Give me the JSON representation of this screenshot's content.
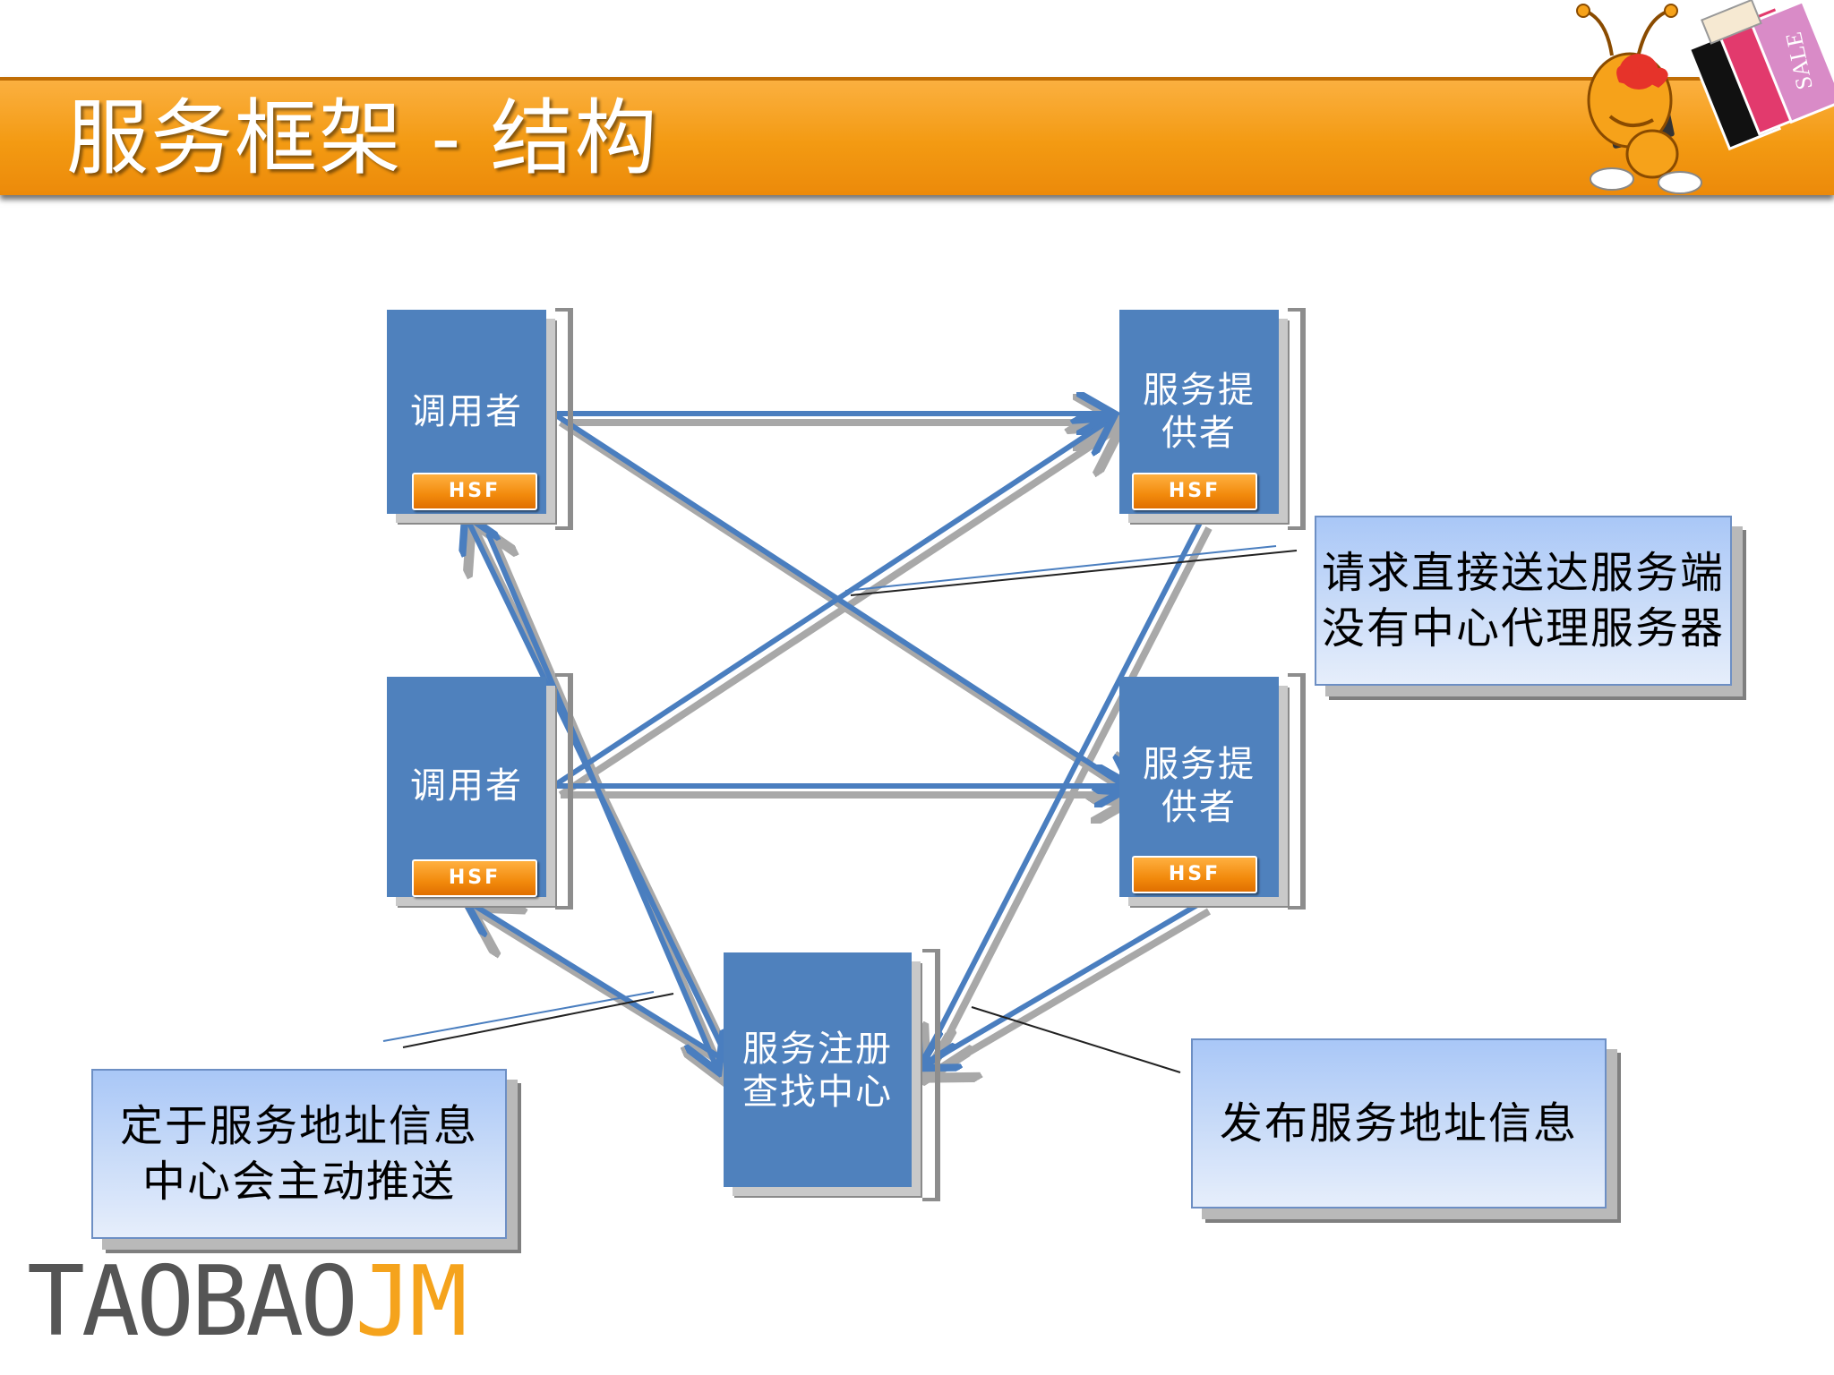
{
  "slide": {
    "title": "服务框架 - 结构"
  },
  "nodes": {
    "caller_top": {
      "label": "调用者",
      "badge": "HSF"
    },
    "caller_bottom": {
      "label": "调用者",
      "badge": "HSF"
    },
    "provider_top": {
      "label_line1": "服务提",
      "label_line2": "供者",
      "badge": "HSF"
    },
    "provider_bottom": {
      "label_line1": "服务提",
      "label_line2": "供者",
      "badge": "HSF"
    },
    "registry": {
      "label_line1": "服务注册",
      "label_line2": "查找中心"
    }
  },
  "callouts": {
    "direct": {
      "line1": "请求直接送达服务端",
      "line2": "没有中心代理服务器"
    },
    "push": {
      "line1": "定于服务地址信息",
      "line2": "中心会主动推送"
    },
    "publish": {
      "line1": "发布服务地址信息"
    }
  },
  "logo": {
    "part1": "TAOBAO",
    "part2": "JM"
  },
  "colors": {
    "title_bar": "#f39a12",
    "node_fill": "#4f81bd",
    "arrow": "#4a7ebf",
    "arrow_shadow": "#9a9a9a",
    "badge": "#f28a0c",
    "logo_grey": "#555555",
    "logo_orange": "#f5a31c"
  }
}
